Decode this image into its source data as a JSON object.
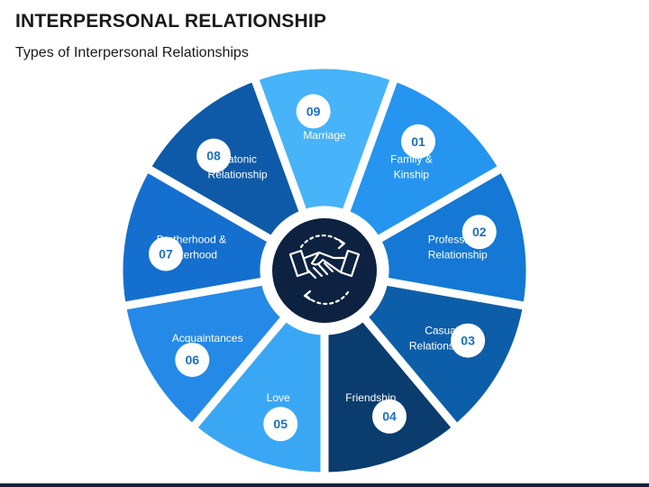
{
  "header": {
    "title": "INTERPERSONAL RELATIONSHIP",
    "subtitle": "Types of Interpersonal Relationships"
  },
  "center": {
    "icon": "handshake-icon",
    "color": "#0d2240"
  },
  "segments": [
    {
      "number": "01",
      "lines": [
        "Family &",
        "Kinship"
      ],
      "color": "#2595f0"
    },
    {
      "number": "02",
      "lines": [
        "Professional",
        "Relationship"
      ],
      "color": "#1478d4"
    },
    {
      "number": "03",
      "lines": [
        "Casual",
        "Relationships"
      ],
      "color": "#0d5ea8"
    },
    {
      "number": "04",
      "lines": [
        "Friendship"
      ],
      "color": "#0b3c6e"
    },
    {
      "number": "05",
      "lines": [
        "Love"
      ],
      "color": "#3aa7f5"
    },
    {
      "number": "06",
      "lines": [
        "Acquaintances"
      ],
      "color": "#2589e8"
    },
    {
      "number": "07",
      "lines": [
        "Brotherhood &",
        "Sisterhood"
      ],
      "color": "#156fcf"
    },
    {
      "number": "08",
      "lines": [
        "Platonic",
        "Relationship"
      ],
      "color": "#0f5aa8"
    },
    {
      "number": "09",
      "lines": [
        "Marriage"
      ],
      "color": "#47b3f8"
    }
  ],
  "number_badge": {
    "fill": "#ffffff",
    "text_color": "#1a6fc4"
  },
  "bottom_bar_color": "#0d2240"
}
